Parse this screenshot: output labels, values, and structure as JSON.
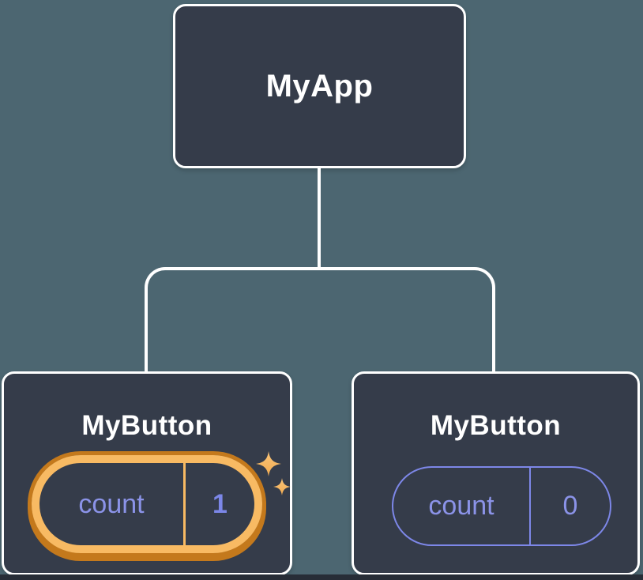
{
  "diagram": {
    "root": {
      "label": "MyApp"
    },
    "children": [
      {
        "label": "MyButton",
        "state_key": "count",
        "state_value": "1",
        "highlighted": true
      },
      {
        "label": "MyButton",
        "state_key": "count",
        "state_value": "0",
        "highlighted": false
      }
    ]
  },
  "icons": {
    "sparkles": "sparkles-icon"
  },
  "colors": {
    "background": "#4C6671",
    "node_fill": "#353C4A",
    "node_border": "#FFFFFF",
    "connector": "#FFFFFF",
    "label_text": "#FFFFFF",
    "state_text": "#8B93E8",
    "state_value_text": "#7C87E8",
    "state_border": "#7D87E8",
    "highlight_ring": "#F8BA63",
    "highlight_ring_dark": "#C4791C",
    "sparkle": "#F8BB64",
    "bottom_strip": "#272D37"
  }
}
